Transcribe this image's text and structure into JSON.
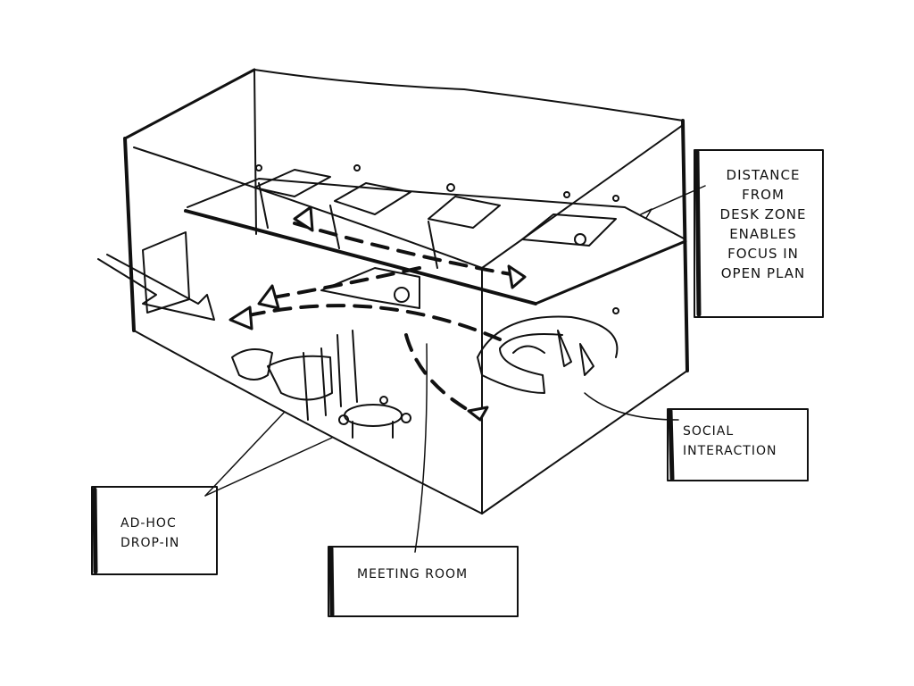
{
  "labels": {
    "focus_lines": [
      "Distance",
      "from",
      "desk zone",
      "enables",
      "focus in",
      "open plan"
    ],
    "social_lines": [
      "Social",
      "interaction"
    ],
    "adhoc_lines": [
      "Ad-hoc",
      "drop-in"
    ],
    "meeting": "Meeting room"
  },
  "colors": {
    "ink": "#111111",
    "paper": "#ffffff"
  }
}
